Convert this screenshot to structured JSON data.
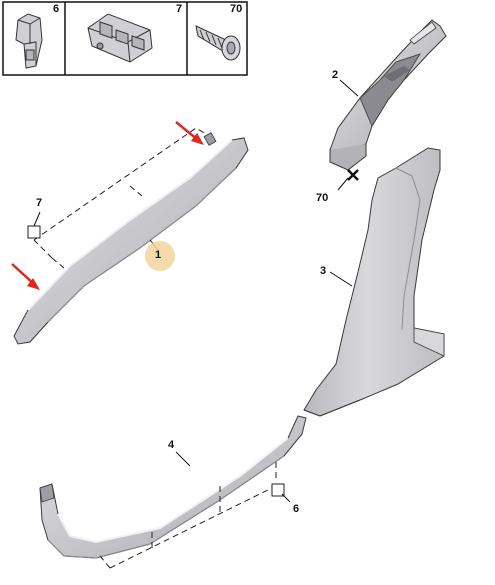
{
  "legend": {
    "cells": [
      {
        "ref": "6"
      },
      {
        "ref": "7"
      },
      {
        "ref": "70"
      }
    ]
  },
  "callouts": {
    "c1": "1",
    "c2": "2",
    "c3": "3",
    "c4": "4",
    "c6": "6",
    "c7": "7",
    "c70": "70"
  },
  "colors": {
    "part_fill": "#c9c9cc",
    "part_edge": "#3a3a3a",
    "highlight": "#f3d59a",
    "arrow": "#e3261b",
    "line": "#222222"
  }
}
